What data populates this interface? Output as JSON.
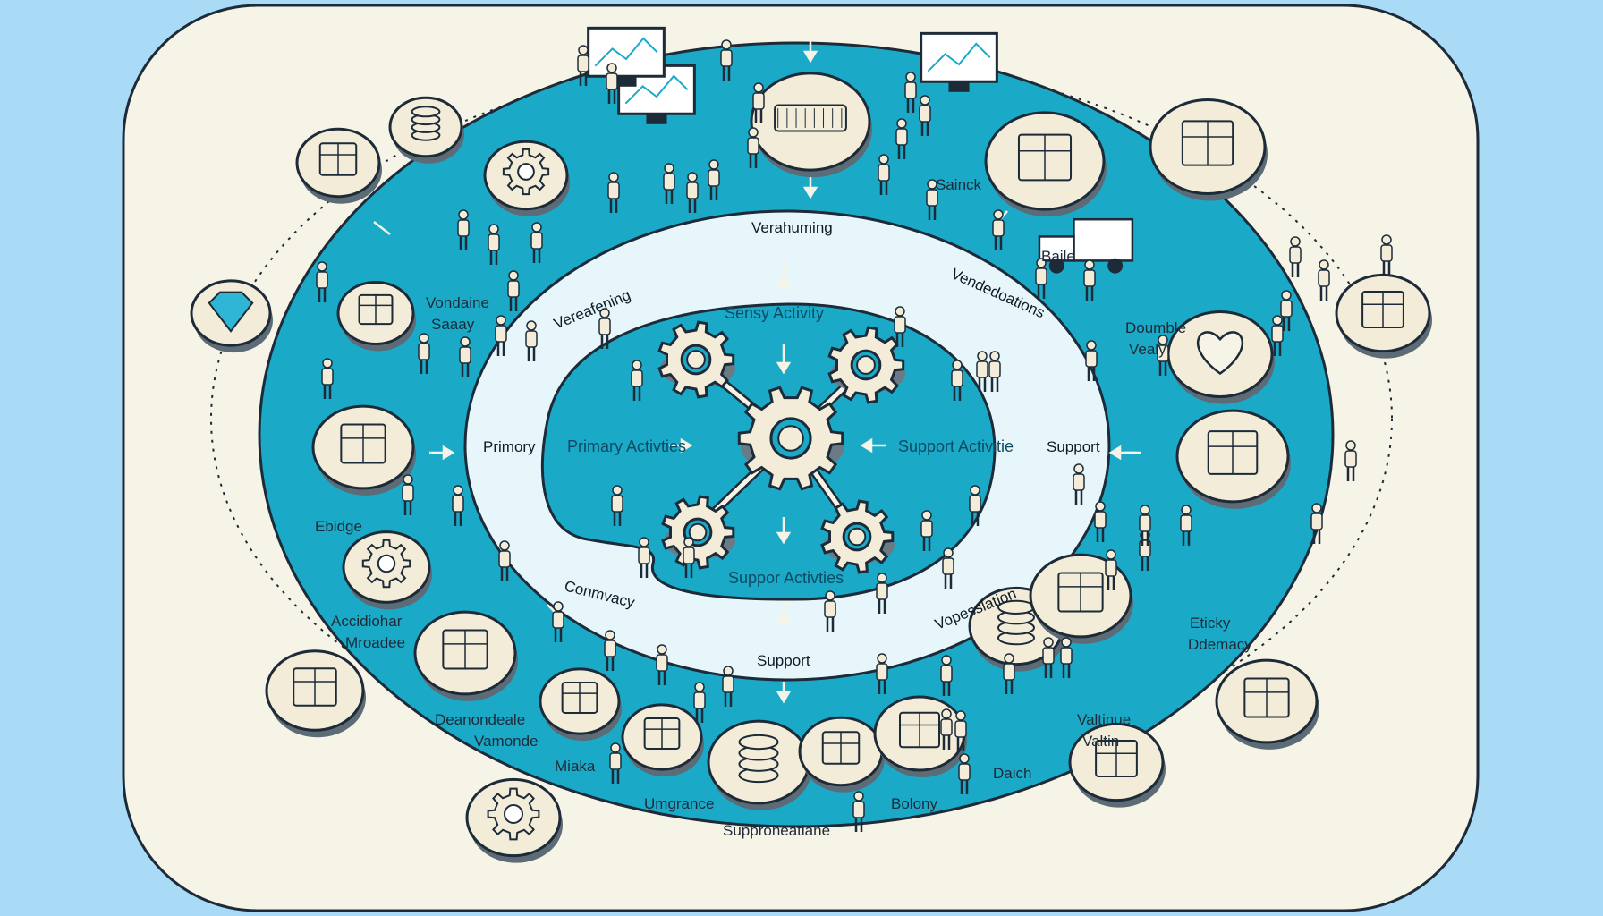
{
  "colors": {
    "background": "#a9daf6",
    "panel": "#f6f3e7",
    "teal": "#1ba9c8",
    "pale": "#e6f6fb",
    "ink": "#1d2b38",
    "badge": "#f3ecd8"
  },
  "center": {
    "inner_labels": [
      {
        "text": "Primary Activties"
      },
      {
        "text": "Sensy Activity"
      },
      {
        "text": "Support Activitie"
      },
      {
        "text": "Suppor Activties"
      }
    ],
    "ring_labels": [
      {
        "text": "Verahuming"
      },
      {
        "text": "Vereafening"
      },
      {
        "text": "Vendedoations"
      },
      {
        "text": "Primory"
      },
      {
        "text": "Support"
      },
      {
        "text": "Conmvacy"
      },
      {
        "text": "Vopesslation"
      },
      {
        "text": "Support"
      }
    ]
  },
  "outer_labels": [
    {
      "text": "Sainck"
    },
    {
      "text": "Baile"
    },
    {
      "text": "Doumble"
    },
    {
      "text": "Vealy"
    },
    {
      "text": "Vondaine"
    },
    {
      "text": "Saaay"
    },
    {
      "text": "Ebidge"
    },
    {
      "text": "Accidiohar"
    },
    {
      "text": "Mroadee"
    },
    {
      "text": "Deanondeale"
    },
    {
      "text": "Vamonde"
    },
    {
      "text": "Miaka"
    },
    {
      "text": "Umgrance"
    },
    {
      "text": "Supproneatiane"
    },
    {
      "text": "Bolony"
    },
    {
      "text": "Daich"
    },
    {
      "text": "Valtinue"
    },
    {
      "text": "Valtin"
    },
    {
      "text": "Eticky"
    },
    {
      "text": "Ddemacy"
    }
  ],
  "badges": [
    {
      "icon": "money-stack-icon"
    },
    {
      "icon": "coin-stack-icon"
    },
    {
      "icon": "gear-wheel-icon"
    },
    {
      "icon": "diamond-icon"
    },
    {
      "icon": "seesaw-icon"
    },
    {
      "icon": "warehouse-icon"
    },
    {
      "icon": "gear-icon"
    },
    {
      "icon": "wrench-icon"
    },
    {
      "icon": "crate-icon"
    },
    {
      "icon": "gears-icon"
    },
    {
      "icon": "magnifier-icon"
    },
    {
      "icon": "handshake-icon"
    },
    {
      "icon": "cup-icon"
    },
    {
      "icon": "key-icon"
    },
    {
      "icon": "team-icon"
    },
    {
      "icon": "database-icon"
    },
    {
      "icon": "document-stack-icon"
    },
    {
      "icon": "network-icon"
    },
    {
      "icon": "building-icon"
    },
    {
      "icon": "inventory-icon"
    },
    {
      "icon": "heart-icon"
    },
    {
      "icon": "tray-icon"
    },
    {
      "icon": "cash-icon"
    },
    {
      "icon": "boxes-icon"
    },
    {
      "icon": "keyboard-icon"
    },
    {
      "icon": "laptop-icon"
    },
    {
      "icon": "monitor-icon"
    },
    {
      "icon": "chart-monitor-icon"
    },
    {
      "icon": "truck-icon"
    }
  ]
}
